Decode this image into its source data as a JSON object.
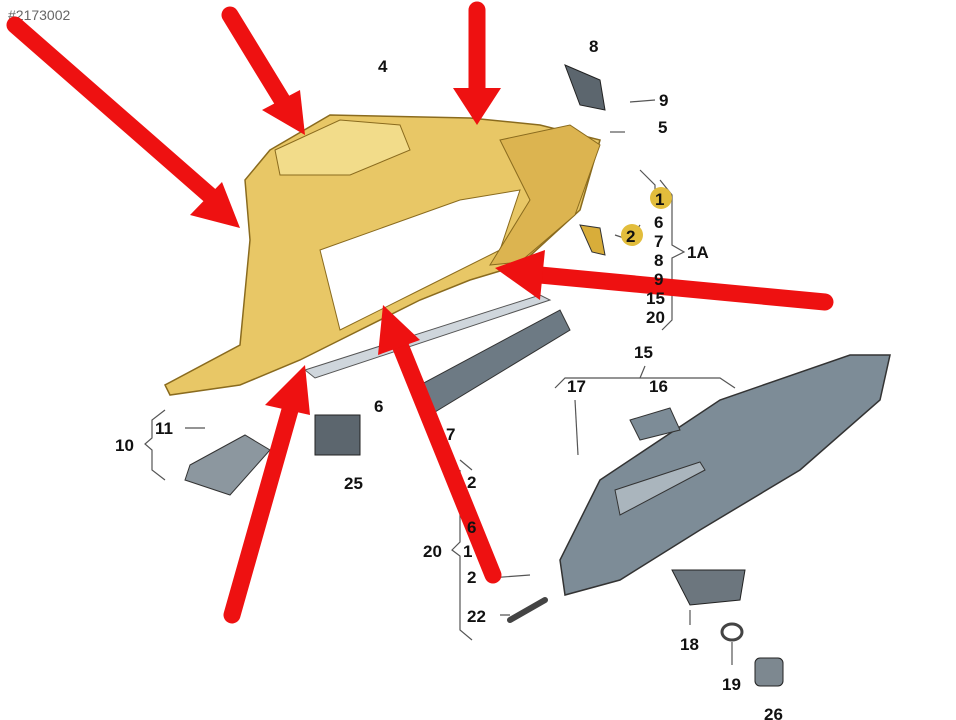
{
  "watermark": "#2173002",
  "labels": {
    "p4": "4",
    "p8": "8",
    "p9": "9",
    "p5": "5",
    "badge1": "1",
    "badge2": "2",
    "g1_6": "6",
    "g1_7": "7",
    "g1_8": "8",
    "g1_9": "9",
    "g1_15": "15",
    "g1_20": "20",
    "g1_name": "1A",
    "p15": "15",
    "p17": "17",
    "p16": "16",
    "p10": "10",
    "p11": "11",
    "p25": "25",
    "p6": "6",
    "p7": "7",
    "g20_2a": "2",
    "g20_6": "6",
    "g20_1": "1",
    "g20_2b": "2",
    "g20_name": "20",
    "p22": "22",
    "p18": "18",
    "p19": "19",
    "p26": "26"
  },
  "colors": {
    "frame": "#e8c766",
    "lid": "#7d8c97",
    "arrow": "#ee1111",
    "badge": "#e2bd3c"
  }
}
